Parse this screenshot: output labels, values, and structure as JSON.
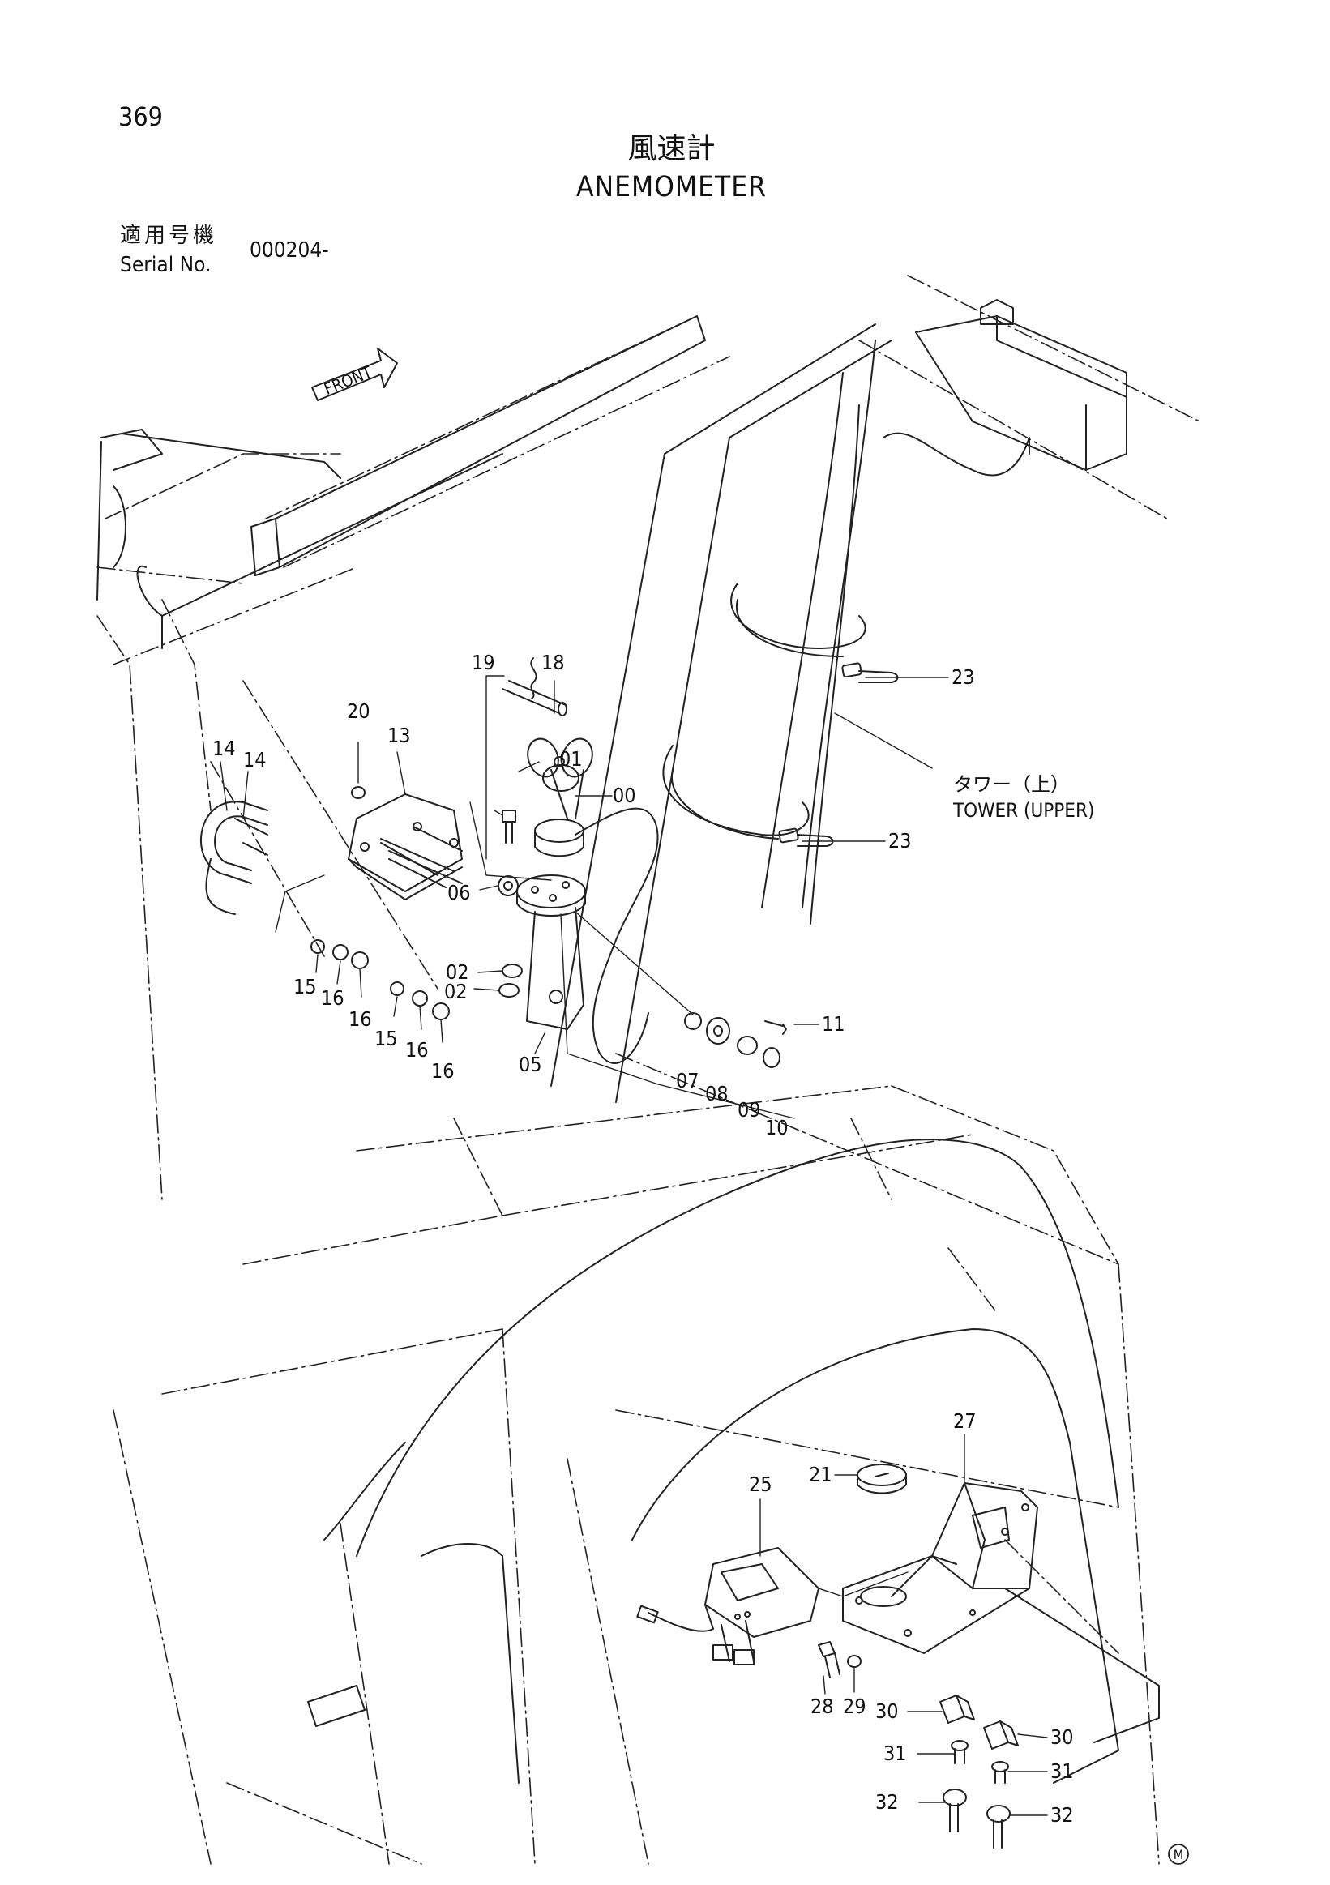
{
  "header": {
    "page_number": "369",
    "title_jp": "風速計",
    "title_en": "ANEMOMETER",
    "serial_label_jp": "適用号機",
    "serial_label_en": "Serial No.",
    "serial_value": "000204-"
  },
  "front_arrow_label": "FRONT",
  "tower_label": {
    "jp": "タワー（上）",
    "en": "TOWER (UPPER)"
  },
  "callouts": [
    "00",
    "01",
    "02",
    "02",
    "05",
    "06",
    "07",
    "08",
    "09",
    "10",
    "11",
    "13",
    "14",
    "14",
    "15",
    "15",
    "16",
    "16",
    "16",
    "16",
    "18",
    "19",
    "20",
    "21",
    "23",
    "23",
    "25",
    "27",
    "28",
    "29",
    "30",
    "30",
    "31",
    "31",
    "32",
    "32"
  ],
  "footer_mark": "M"
}
